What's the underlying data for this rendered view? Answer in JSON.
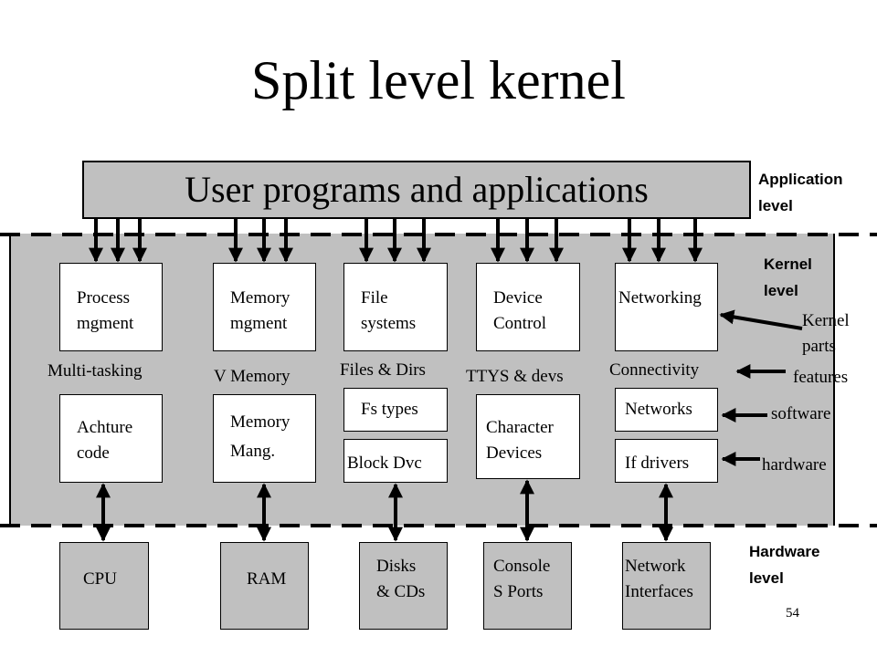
{
  "title": "Split level kernel",
  "user_programs": "User programs and applications",
  "levels": {
    "application": "Application\nlevel",
    "kernel": "Kernel\nlevel",
    "hardware": "Hardware\nlevel"
  },
  "kernel_parts": {
    "process": "Process\nmgment",
    "memory": "Memory\nmgment",
    "file": "File\nsystems",
    "device": "Device\nControl",
    "networking": "Networking"
  },
  "features": {
    "multitasking": "Multi-tasking",
    "vmemory": "V Memory",
    "files_dirs": "Files & Dirs",
    "ttys": "TTYS & devs",
    "connectivity": "Connectivity"
  },
  "software": {
    "achture": "Achture\ncode",
    "memory_mang": "Memory\nMang.",
    "fs_types": "Fs types",
    "block_dvc": "Block Dvc",
    "character_devices": "Character\nDevices",
    "networks": "Networks",
    "if_drivers": "If drivers"
  },
  "hardware": {
    "cpu": "CPU",
    "ram": "RAM",
    "disks": "Disks\n& CDs",
    "console": "Console\nS Ports",
    "network_interfaces": "Network\nInterfaces"
  },
  "annotations": {
    "kernel_parts": "Kernel\nparts",
    "features": "features",
    "software": "software",
    "hardware": "hardware"
  },
  "page_number": "54"
}
